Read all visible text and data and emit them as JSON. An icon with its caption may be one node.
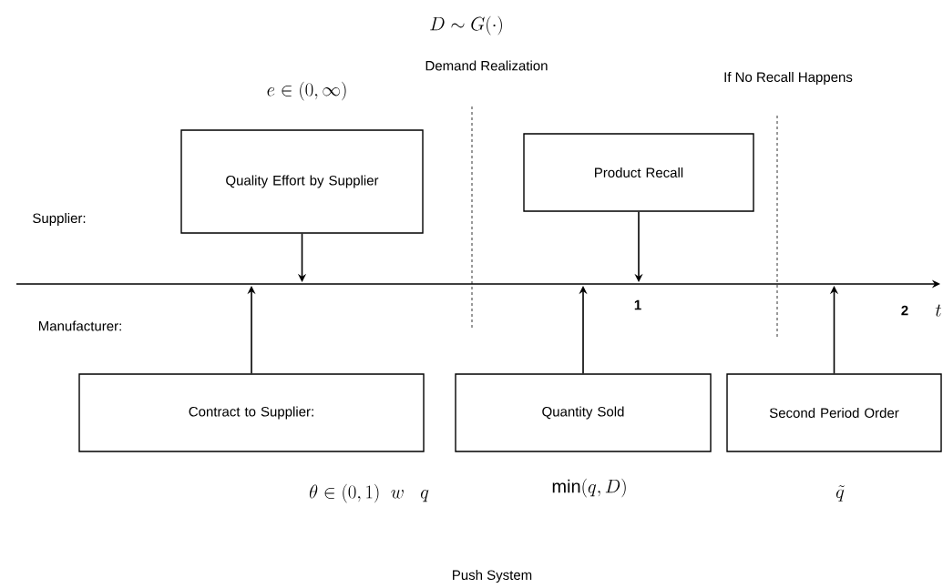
{
  "diagram": {
    "nodes": [
      {
        "text": [
          "Quality Effort by Supplier"
        ],
        "beside": [
          "e \\in (0,\\infty)"
        ]
      },
      {
        "text": [
          "Product Recall"
        ]
      },
      {
        "text": [
          "Contract to Supplier:"
        ],
        "beside": [
          "\\theta \\in (0,1)\\;\\; w \\;\\;\\; q"
        ]
      },
      {
        "text": [
          "Quantity Sold"
        ],
        "beside": [
          "\\min(q,D)"
        ]
      },
      {
        "text": [
          "Second Period Order"
        ],
        "beside": [
          "\\tilde{q}"
        ]
      }
    ],
    "edges": [
      {
        "from": 0,
        "to": null,
        "arrow": "to"
      },
      {
        "from": 1,
        "to": null,
        "arrow": "to"
      },
      {
        "from": 2,
        "to": null,
        "arrow": "to"
      },
      {
        "from": 3,
        "to": null,
        "arrow": "to"
      },
      {
        "from": 4,
        "to": null,
        "arrow": "to"
      }
    ],
    "labels": [
      "D \\sim G(\\cdot)",
      "Demand Realization",
      "If No Recall Happens",
      "Supplier:",
      "Manufacturer:",
      "1",
      "2",
      "t",
      "Push System"
    ]
  }
}
